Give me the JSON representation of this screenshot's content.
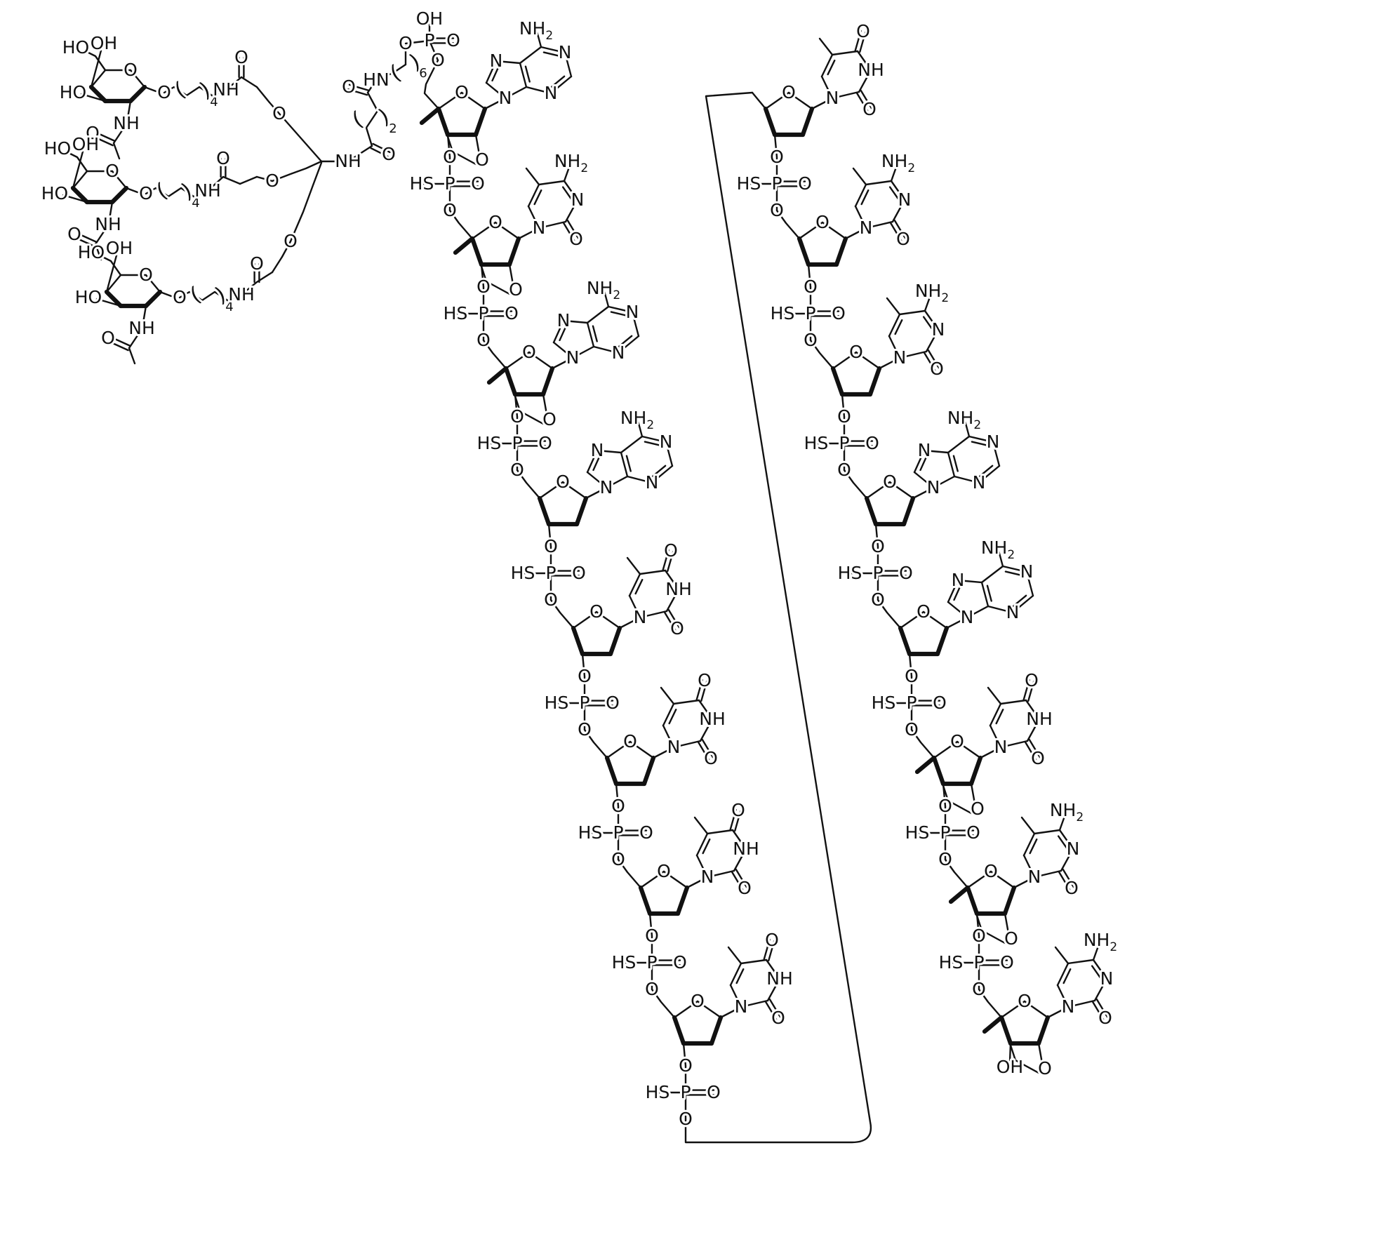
{
  "figure": {
    "kind": "chemical-structure-diagram",
    "compound_description": "Triantennary GalNAc ligand joined through a branched amide linker and a 5'-phosphate to a 16-mer phosphorothioate gapmer oligonucleotide drawn as two descending columns connected by a long connector bond",
    "background_color": "#ffffff",
    "bond_color": "#111111"
  },
  "labels": {
    "oxygen": "O",
    "nitrogen": "N",
    "nh": "NH",
    "hn": "HN",
    "hydroxy_left": "HO",
    "hydroxy_right": "OH",
    "hs": "HS",
    "p": "P",
    "sub2": "2",
    "sub4": "4",
    "sub6": "6",
    "paren_open": "(",
    "paren_close": ")"
  },
  "galnac_cluster": {
    "arm_count": 3,
    "sugar_hydroxyl_labels": [
      "HO",
      "OH",
      "HO"
    ],
    "ring_oxygen": "O",
    "acetamido_labels": {
      "nh": "NH",
      "carbonyl_oxygen": "O"
    },
    "glycosidic_oxygen": "O",
    "tether_repeat_count": "4",
    "tether_amide": {
      "nh": "NH",
      "carbonyl_oxygen": "O"
    },
    "branch_ether_oxygens": [
      "O",
      "O",
      "O"
    ],
    "branch_amide": {
      "nh": "NH",
      "carbonyl_oxygen": "O"
    },
    "spacer_repeat_count": "2",
    "spacer_amide": {
      "hn": "HN",
      "carbonyl_oxygen": "O"
    },
    "hexyl_repeat_count": "6",
    "hexyl_oxygen": "O"
  },
  "five_prime_phosphate": {
    "hydroxyl": "OH",
    "phosphorus": "P",
    "double_bond_oxygen": "O",
    "bridging_oxygen": "O"
  },
  "oligonucleotide": {
    "backbone": "phosphorothioate",
    "phosphorothioate_labels": {
      "hs": "HS",
      "p": "P",
      "oxygens": [
        "O",
        "O",
        "O"
      ]
    },
    "left_strand": [
      {
        "base": "A",
        "sugar": "bicyclic"
      },
      {
        "base": "C",
        "sugar": "bicyclic"
      },
      {
        "base": "A",
        "sugar": "bicyclic"
      },
      {
        "base": "A",
        "sugar": "deoxy"
      },
      {
        "base": "T",
        "sugar": "deoxy"
      },
      {
        "base": "T",
        "sugar": "deoxy"
      },
      {
        "base": "T",
        "sugar": "deoxy"
      },
      {
        "base": "T",
        "sugar": "deoxy"
      }
    ],
    "right_strand": [
      {
        "base": "T",
        "sugar": "deoxy"
      },
      {
        "base": "C",
        "sugar": "deoxy"
      },
      {
        "base": "C",
        "sugar": "deoxy"
      },
      {
        "base": "A",
        "sugar": "deoxy"
      },
      {
        "base": "A",
        "sugar": "deoxy"
      },
      {
        "base": "T",
        "sugar": "bicyclic"
      },
      {
        "base": "C",
        "sugar": "bicyclic"
      },
      {
        "base": "C",
        "sugar": "bicyclic"
      }
    ],
    "three_prime_terminus": "OH",
    "base_labels": {
      "A": {
        "ring_nitrogen": "N",
        "amino": "NH",
        "amino_sub": "2"
      },
      "T": {
        "carbonyl_oxygen": "O",
        "imide": "NH"
      },
      "C": {
        "ring_nitrogen": "N",
        "amino": "NH",
        "amino_sub": "2",
        "carbonyl_oxygen": "O"
      }
    }
  }
}
